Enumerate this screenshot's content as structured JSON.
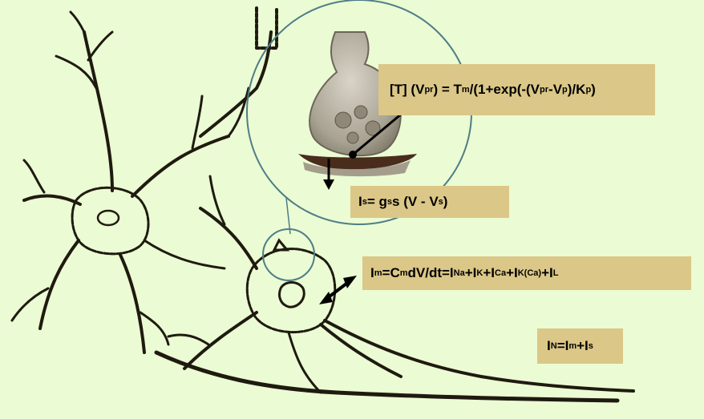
{
  "equations": {
    "transmitter": {
      "parts": [
        "[T] (V",
        "pr",
        ") = T",
        "m",
        "/(1+exp(-(V",
        "pr",
        "-V",
        "p",
        ")/K",
        "p",
        ")"
      ]
    },
    "synaptic_current": {
      "parts": [
        "I",
        "s",
        " = g",
        "s",
        " s (V - V",
        "s",
        ")"
      ]
    },
    "membrane_current": {
      "parts": [
        "I",
        "m",
        "=C",
        "m",
        " dV/dt=I",
        "Na",
        "+I",
        "K",
        "+I",
        "Ca",
        "+I",
        "K(Ca)",
        "+I",
        "L"
      ]
    },
    "total_current": {
      "parts": [
        "I",
        "N",
        "=I",
        "m",
        "+I",
        "s"
      ]
    }
  },
  "colors": {
    "background": "#ebfbd3",
    "equation_box": "#dbc787",
    "circle_stroke": "#4e7e86",
    "neuron_ink": "#1f1a10",
    "synapse_knob": "#b8b2a4",
    "synapse_dark": "#4a2c1c"
  }
}
